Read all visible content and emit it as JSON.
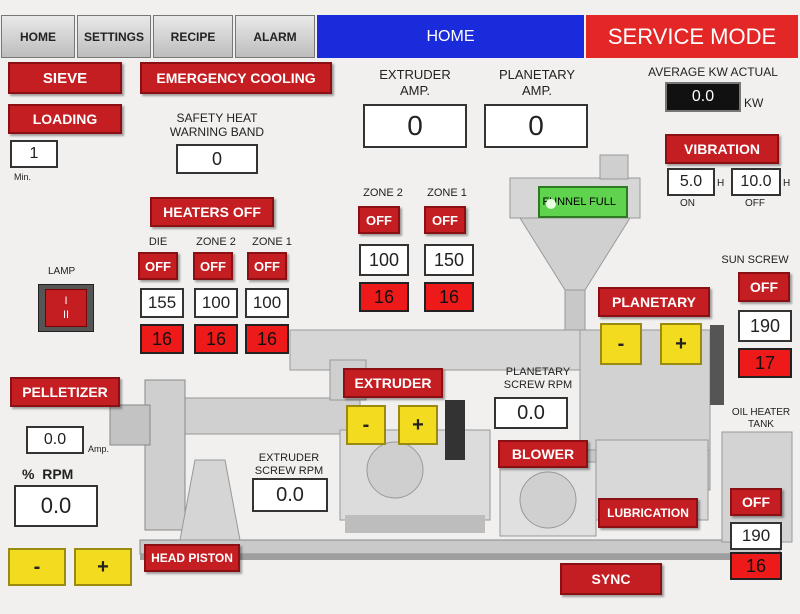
{
  "nav": {
    "tabs": [
      "HOME",
      "SETTINGS",
      "RECIPE",
      "ALARM"
    ],
    "screen_title": "HOME",
    "mode": "SERVICE MODE"
  },
  "buttons": {
    "sieve": "SIEVE",
    "emergency_cooling": "EMERGENCY COOLING",
    "loading": "LOADING",
    "vibration": "VIBRATION",
    "heaters_off": "HEATERS OFF",
    "pelletizer": "PELLETIZER",
    "extruder": "EXTRUDER",
    "planetary": "PLANETARY",
    "blower": "BLOWER",
    "lubrication": "LUBRICATION",
    "head_piston": "HEAD PISTON",
    "sync": "SYNC"
  },
  "loading": {
    "value": "1",
    "unit": "Min."
  },
  "safety_heat": {
    "label": "SAFETY HEAT\nWARNING BAND",
    "value": "0"
  },
  "extruder_amp": {
    "label": "EXTRUDER\nAMP.",
    "value": "0"
  },
  "planetary_amp": {
    "label": "PLANETARY\nAMP.",
    "value": "0"
  },
  "average_kw": {
    "label": "AVERAGE KW ACTUAL",
    "value": "0.0",
    "unit": "KW"
  },
  "vibration": {
    "on_value": "5.0",
    "on_unit": "H",
    "on_label": "ON",
    "off_value": "10.0",
    "off_unit": "H",
    "off_label": "OFF"
  },
  "heaters": [
    {
      "label": "DIE",
      "state": "OFF",
      "setpoint": "155",
      "actual": "16"
    },
    {
      "label": "ZONE 2",
      "state": "OFF",
      "setpoint": "100",
      "actual": "16"
    },
    {
      "label": "ZONE 1",
      "state": "OFF",
      "setpoint": "100",
      "actual": "16"
    }
  ],
  "planetary_zones": [
    {
      "label": "ZONE 2",
      "state": "OFF",
      "setpoint": "100",
      "actual": "16"
    },
    {
      "label": "ZONE 1",
      "state": "OFF",
      "setpoint": "150",
      "actual": "16"
    }
  ],
  "funnel": {
    "status": "FUNNEL FULL"
  },
  "lamp": {
    "label": "LAMP",
    "on_mark": "I",
    "off_mark": "II"
  },
  "sun_screw": {
    "label": "SUN SCREW",
    "state": "OFF",
    "setpoint": "190",
    "actual": "17"
  },
  "planetary_controls": {
    "minus": "-",
    "plus": "+"
  },
  "planetary_screw": {
    "label": "PLANETARY\nSCREW RPM",
    "value": "0.0"
  },
  "extruder_controls": {
    "minus": "-",
    "plus": "+"
  },
  "extruder_screw": {
    "label": "EXTRUDER\nSCREW RPM",
    "value": "0.0"
  },
  "pelletizer": {
    "amp_value": "0.0",
    "amp_unit": "Amp.",
    "rpm_label": "%  RPM",
    "rpm_value": "0.0",
    "minus": "-",
    "plus": "+"
  },
  "oil_heater": {
    "label": "OIL HEATER\nTANK",
    "state": "OFF",
    "setpoint": "190",
    "actual": "16"
  },
  "colors": {
    "red_button": "#c41d22",
    "alarm_red": "#ee1a1a",
    "yellow": "#f3dc1f",
    "home_blue": "#1a2bdc",
    "lamp_red": "#c41d22"
  }
}
